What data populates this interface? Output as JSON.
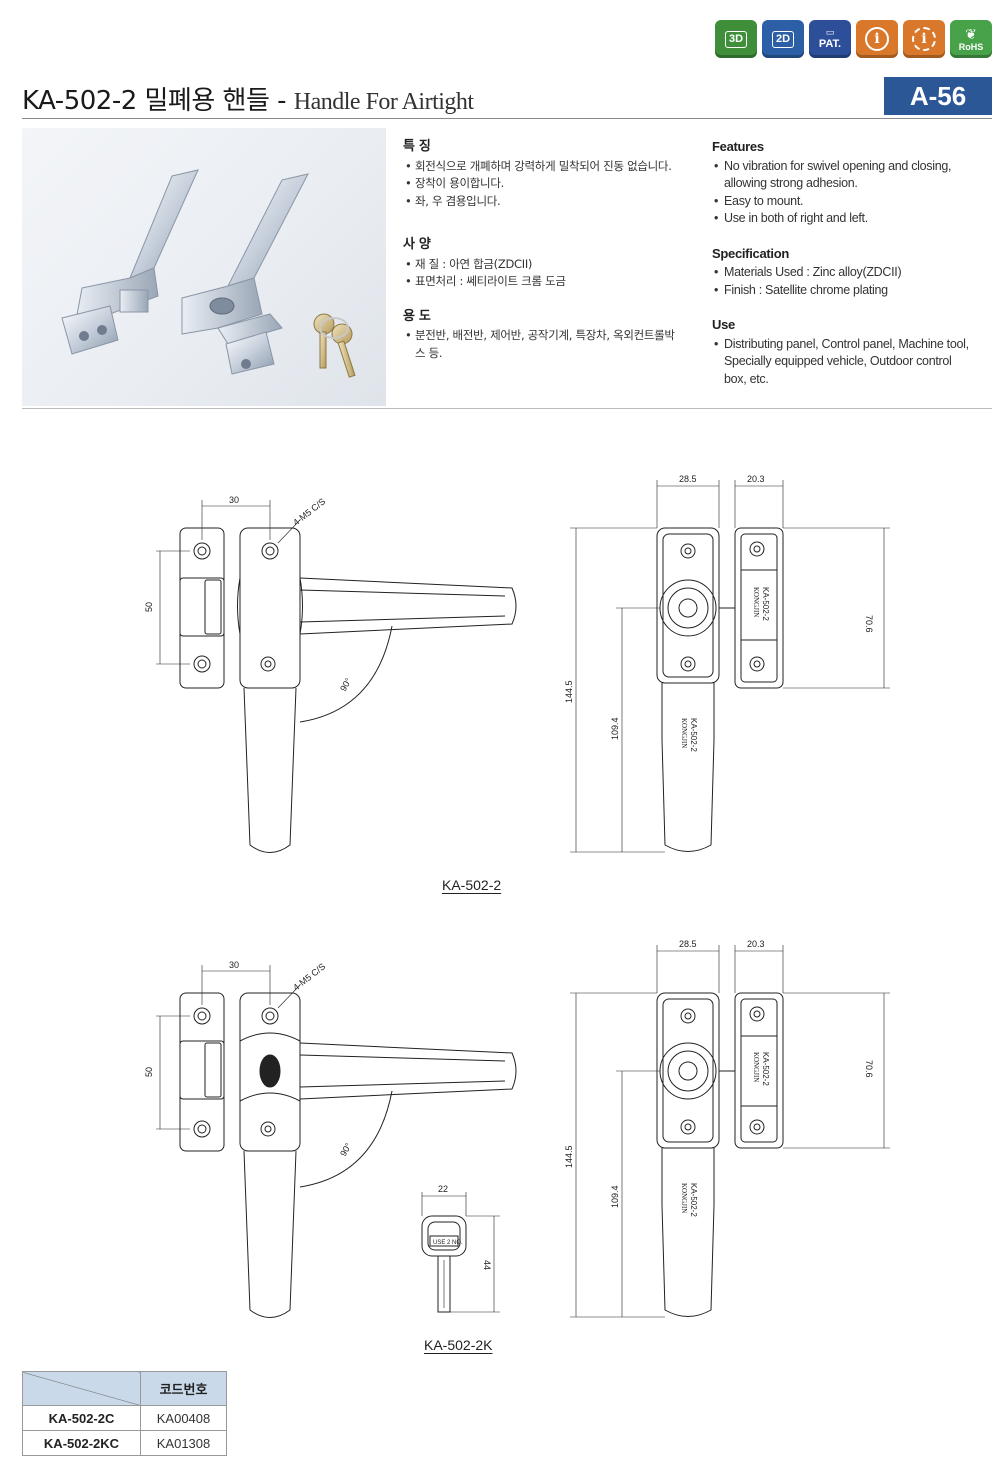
{
  "badges": [
    {
      "name": "3d-badge",
      "label": "3D"
    },
    {
      "name": "2d-badge",
      "label": "2D"
    },
    {
      "name": "pat-badge",
      "label": "PAT."
    },
    {
      "name": "info-badge",
      "label": "i"
    },
    {
      "name": "info-rotate-badge",
      "label": "i"
    },
    {
      "name": "rohs-badge",
      "label": "RoHS"
    }
  ],
  "header": {
    "title_kr": "KA-502-2 밀폐용 핸들 - ",
    "title_en": "Handle For Airtight",
    "page_code": "A-56"
  },
  "korean": {
    "features_head": "특 징",
    "features": [
      "회전식으로 개폐하며 강력하게 밀착되어 진동 없습니다.",
      "장착이 용이합니다.",
      "좌, 우 겸용입니다."
    ],
    "spec_head": "사 양",
    "spec": [
      "재 질 : 아연 합금(ZDCII)",
      "표면처리 : 쎄티라이트 크롬 도금"
    ],
    "use_head": "용 도",
    "use": [
      "분전반, 배전반, 제어반, 공작기계, 특장차, 옥외컨트롤박스 등."
    ]
  },
  "english": {
    "features_head": "Features",
    "features": [
      "No vibration for swivel opening and closing, allowing strong adhesion.",
      "Easy to mount.",
      "Use in both of right and left."
    ],
    "spec_head": "Specification",
    "spec": [
      "Materials Used : Zinc alloy(ZDCII)",
      "Finish : Satellite chrome plating"
    ],
    "use_head": "Use",
    "use": [
      "Distributing panel, Control panel, Machine tool, Specially equipped vehicle, Outdoor control box, etc."
    ]
  },
  "drawing1": {
    "dim_30": "30",
    "dim_50": "50",
    "hole_note": "4-M5 C/S",
    "angle": "90°",
    "dim_28_5": "28.5",
    "dim_20_3": "20.3",
    "dim_70_6": "70.6",
    "dim_144_5": "144.5",
    "dim_109_4": "109.4",
    "engrave_brand": "KONGJIN",
    "engrave_model": "KA-502-2",
    "label": "KA-502-2"
  },
  "drawing2": {
    "dim_30": "30",
    "dim_50": "50",
    "hole_note": "4-M5 C/S",
    "angle": "90°",
    "dim_28_5": "28.5",
    "dim_20_3": "20.3",
    "dim_70_6": "70.6",
    "dim_144_5": "144.5",
    "dim_109_4": "109.4",
    "engrave_brand": "KONGJIN",
    "engrave_model": "KA-502-2",
    "key_dim_22": "22",
    "key_dim_44": "44",
    "key_text": "USE 2 NO.",
    "label": "KA-502-2K"
  },
  "code_table": {
    "header": "코드번호",
    "rows": [
      {
        "model": "KA-502-2C",
        "code": "KA00408"
      },
      {
        "model": "KA-502-2KC",
        "code": "KA01308"
      }
    ]
  }
}
